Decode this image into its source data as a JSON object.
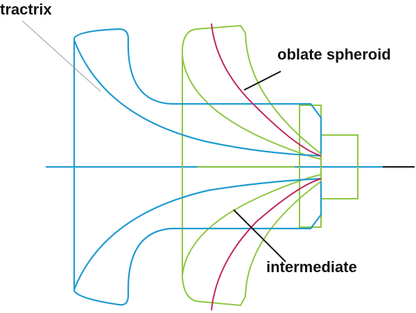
{
  "labels": {
    "tractrix": "tractrix",
    "oblate_spheroid": "oblate spheroid",
    "intermediate": "intermediate"
  },
  "colors": {
    "tractrix": "#1e9ad0",
    "intermediate": "#8cc63f",
    "oblate_spheroid": "#c0265c",
    "leader": "#111111",
    "leader_thin": "#9a9a9a",
    "axis_tail": "#111111"
  }
}
